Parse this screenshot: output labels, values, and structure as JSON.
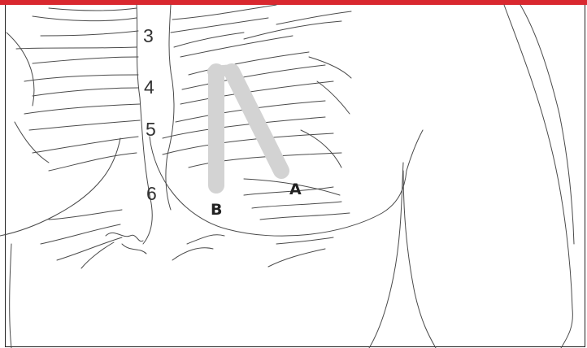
{
  "colors": {
    "accent_bar": "#d9282f",
    "lead_strip": "#d3d3d3",
    "line": "#4a4a4a"
  },
  "rib_labels": [
    "3",
    "4",
    "5",
    "6"
  ],
  "electrode_labels": {
    "a": "A",
    "b": "B"
  }
}
